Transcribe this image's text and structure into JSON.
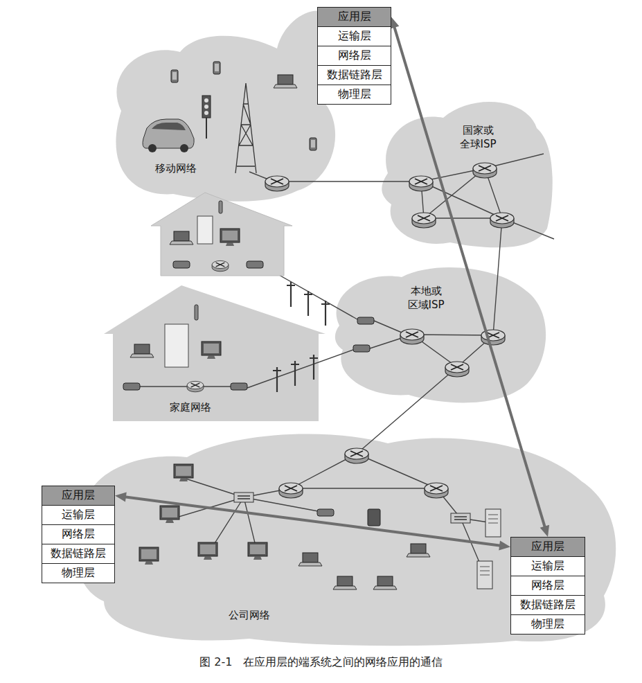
{
  "diagram": {
    "caption": "图 2-1   在应用层的端系统之间的网络应用的通信",
    "nodes": [
      {
        "text": [
          "应用层"
        ]
      },
      {
        "text": [
          "运输层"
        ]
      },
      {
        "text": [
          "网络层"
        ]
      },
      {
        "text": [
          "数据链路层"
        ]
      },
      {
        "text": [
          "物理层"
        ]
      },
      {
        "text": [
          "移动网络"
        ]
      },
      {
        "text": [
          "国家或 全球ISP"
        ]
      },
      {
        "text": [
          "本地或 区域ISP"
        ]
      },
      {
        "text": [
          "家庭网络"
        ]
      },
      {
        "text": [
          "公司网络"
        ]
      },
      {
        "text": [
          "应用层"
        ]
      },
      {
        "text": [
          "运输层"
        ]
      },
      {
        "text": [
          "网络层"
        ]
      },
      {
        "text": [
          "数据链路层"
        ]
      },
      {
        "text": [
          "物理层"
        ]
      },
      {
        "text": [
          "应用层"
        ]
      },
      {
        "text": [
          "运输层"
        ]
      },
      {
        "text": [
          "网络层"
        ]
      },
      {
        "text": [
          "数据链路层"
        ]
      },
      {
        "text": [
          "物理层"
        ]
      }
    ],
    "edges": [
      {
        "from": 0,
        "to": 15,
        "arrow": "both"
      },
      {
        "from": 10,
        "to": 15,
        "arrow": "both"
      }
    ]
  }
}
